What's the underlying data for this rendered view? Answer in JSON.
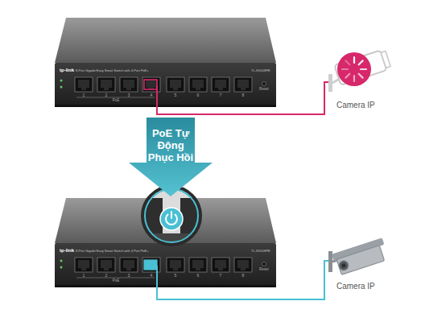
{
  "diagram": {
    "nodes": [
      {
        "text": [
          "tp-link",
          "8-Port Gigabit Easy Smart Switch with 4-Port PoE+",
          "TL-SG108PE"
        ]
      },
      {
        "text": [
          "Camera IP"
        ]
      },
      {
        "text": [
          "PoE Tự Động Phục Hồi"
        ]
      },
      {
        "text": [
          "tp-link",
          "8-Port Gigabit Easy Smart Switch with 4-Port PoE+",
          "TL-SG108PE"
        ]
      },
      {
        "text": [
          "Camera IP"
        ]
      }
    ],
    "edges": [
      {
        "from": 0,
        "to": 1,
        "arrow": "none"
      },
      {
        "from": 3,
        "to": 4,
        "arrow": "none"
      }
    ],
    "labels": [
      "1",
      "2",
      "3",
      "4",
      "5",
      "6",
      "7",
      "8",
      "PoE",
      "Reset",
      "1",
      "2",
      "3",
      "4",
      "5",
      "6",
      "7",
      "8",
      "PoE",
      "Reset"
    ]
  }
}
